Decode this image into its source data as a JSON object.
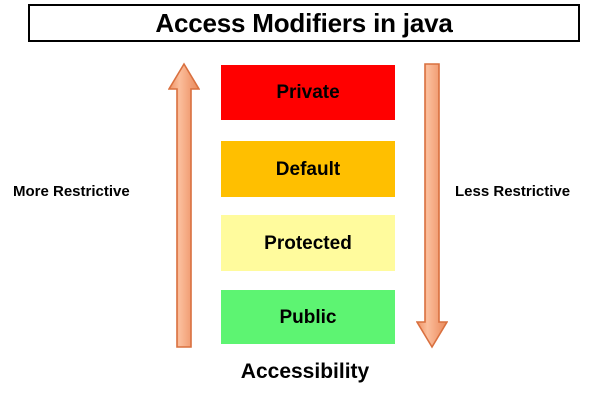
{
  "title": {
    "text": "Access Modifiers in java"
  },
  "diagram": {
    "type": "pyramid-scale",
    "bars": [
      {
        "label": "Private",
        "color": "#FF0000",
        "rank": 1
      },
      {
        "label": "Default",
        "color": "#FFBF00",
        "rank": 2
      },
      {
        "label": "Protected",
        "color": "#FFFB9D",
        "rank": 3
      },
      {
        "label": "Public",
        "color": "#5DF472",
        "rank": 4
      }
    ],
    "arrows": [
      {
        "name": "more-restrictive-arrow",
        "direction": "up",
        "caption": "More Restrictive",
        "color": "#F5A97C",
        "outline": "#D9703F"
      },
      {
        "name": "less-restrictive-arrow",
        "direction": "down",
        "caption": "Less Restrictive",
        "color": "#F5A97C",
        "outline": "#D9703F"
      }
    ],
    "left_caption": "More Restrictive",
    "right_caption": "Less Restrictive",
    "bottom_caption": "Accessibility"
  },
  "colors": {
    "background": "#FFFFFF",
    "text": "#000000",
    "title_border": "#000000",
    "private": "#FF0000",
    "default": "#FFBF00",
    "protected": "#FFFB9D",
    "public": "#5DF472",
    "arrow_fill": "#F5A97C",
    "arrow_outline": "#D9703F"
  }
}
